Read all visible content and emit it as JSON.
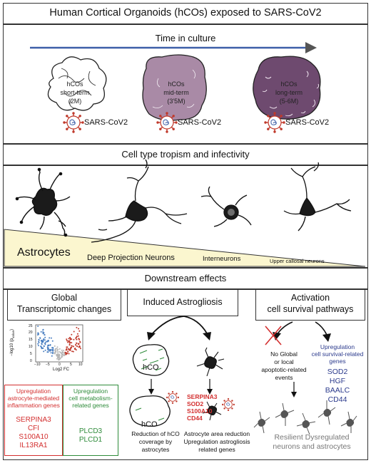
{
  "header": {
    "title": "Human Cortical Organoids (hCOs) exposed to SARS-CoV2"
  },
  "time_panel": {
    "title": "Time in culture",
    "organoids": [
      {
        "label_1": "hCOs",
        "label_2": "short-term",
        "label_3": "(2M)",
        "virus": "SARS-CoV2"
      },
      {
        "label_1": "hCOs",
        "label_2": "mid-term",
        "label_3": "(3'5M)",
        "virus": "SARS-CoV2"
      },
      {
        "label_1": "hCOs",
        "label_2": "long-term",
        "label_3": "(5-6M)",
        "virus": "SARS-CoV2"
      }
    ]
  },
  "tropism": {
    "title": "Cell type tropism and infectivity",
    "labels": {
      "astrocytes": "Astrocytes",
      "deep": "Deep Projection Neurons",
      "inter": "Interneurons",
      "upper": "Upper callosal neurons"
    }
  },
  "downstream": {
    "title": "Downstream effects",
    "global": {
      "title_1": "Global",
      "title_2": "Transcriptomic changes",
      "y_axis": "−log10 (p",
      "y_axis_sub": "value",
      "y_axis_end": ")",
      "x_axis": "Log2 FC",
      "y_ticks": [
        "25",
        "20",
        "15",
        "10",
        "5",
        "0"
      ],
      "x_ticks": [
        "−10",
        "−5",
        "0",
        "5",
        "10"
      ],
      "red_box": {
        "title_1": "Upregulation",
        "title_2": "astrocyte-mediated",
        "title_3": "inflammation genes",
        "genes": [
          "SERPINA3",
          "CFI",
          "S100A10",
          "IL13RA1"
        ]
      },
      "green_box": {
        "title_1": "Upregulation",
        "title_2": "cell metabolism-",
        "title_3": "related genes",
        "genes": [
          "PLCD3",
          "PLCD1"
        ]
      }
    },
    "astrogliosis": {
      "title": "Induced Astrogliosis",
      "hco_top": "hCO",
      "hco_bottom": "hCO",
      "genes": [
        "SERPINA3",
        "SOD2",
        "S100A10",
        "CD44"
      ],
      "left_caption_1": "Reduction of hCO",
      "left_caption_2": "coverage by",
      "left_caption_3": "astrocytes",
      "right_caption_1": "Astrocyte area reduction",
      "right_caption_2": "Upregulation astrogliosis",
      "right_caption_3": "related genes"
    },
    "survival": {
      "title_1": "Activation",
      "title_2": "cell survival pathways",
      "left_1": "No Global",
      "left_2": "or local",
      "left_3": "apoptotic-related",
      "left_4": "events",
      "right_1": "Upregulation",
      "right_2": "cell survival-related",
      "right_3": "genes",
      "genes": [
        "SOD2",
        "HGF",
        "BAALC",
        "CD44"
      ],
      "footer_1": "Resilient Dysregulated",
      "footer_2": "neurons and astrocytes"
    }
  },
  "colors": {
    "arrow_blue": "#3d5fa8",
    "organoid_light": "#e7d9e6",
    "organoid_mid": "#a98aa6",
    "organoid_dark": "#6e4a6f",
    "virus_red": "#c0392b",
    "wedge_yellow": "#fbf6cf",
    "gene_red": "#d32f2f",
    "gene_green": "#2e8b3a",
    "gene_blue": "#2b3a8c",
    "gray_text": "#777777"
  }
}
